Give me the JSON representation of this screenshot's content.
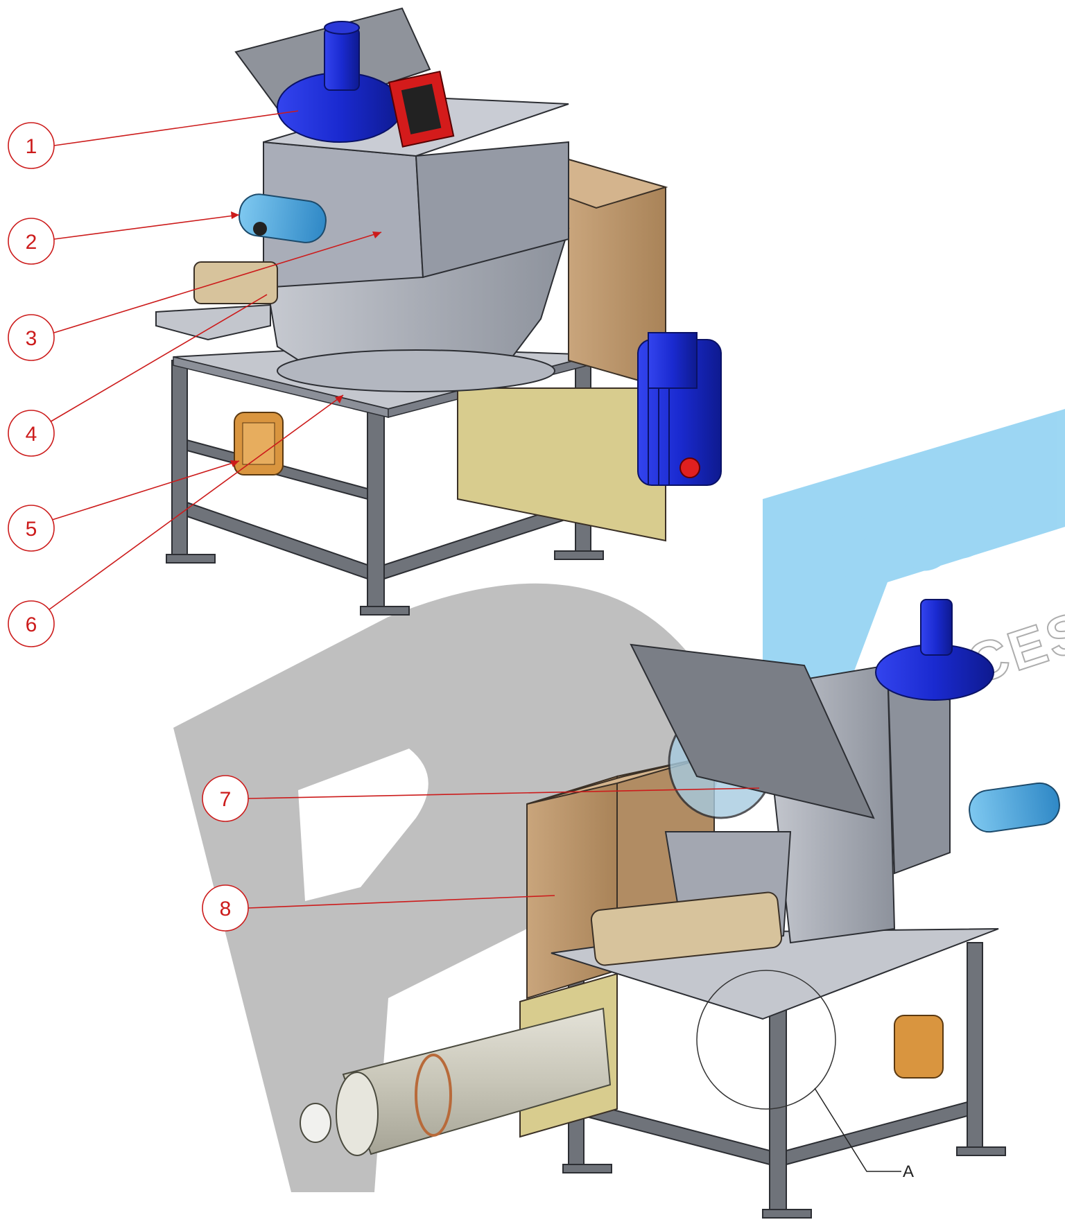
{
  "watermark": {
    "brand_text": "Pal",
    "sub_text": "PROCES"
  },
  "callouts": [
    {
      "label": "1",
      "part": "fan-motor"
    },
    {
      "label": "2",
      "part": "vibration-motor"
    },
    {
      "label": "3",
      "part": "filter-housing"
    },
    {
      "label": "4",
      "part": "hopper"
    },
    {
      "label": "5",
      "part": "discharge-vibrator"
    },
    {
      "label": "6",
      "part": "support-frame"
    },
    {
      "label": "7",
      "part": "bag-tipping-lid"
    },
    {
      "label": "8",
      "part": "side-cabinet"
    }
  ],
  "detail_marker": {
    "label": "A"
  },
  "colors": {
    "callout": "#cc1b1b",
    "motor_blue": "#1e2fd0",
    "steel": "#9ea3ad",
    "frame": "#6f737a",
    "cabinet": "#b8936a",
    "watermark_blue": "#4cb6ea",
    "watermark_grey": "#8a8a8a"
  }
}
